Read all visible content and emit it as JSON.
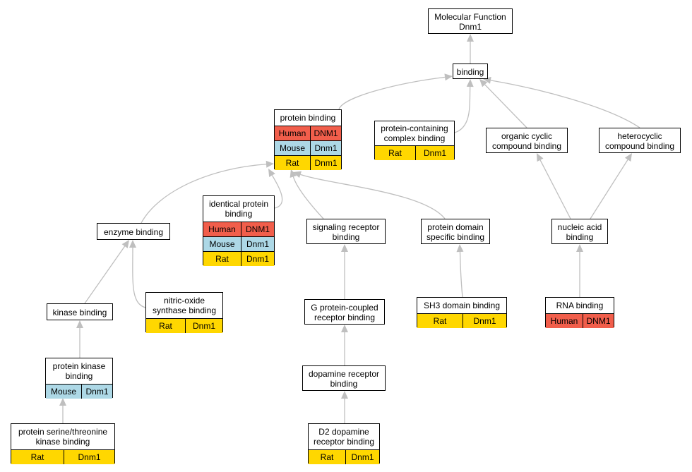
{
  "colors": {
    "edge": "#bfbfbf",
    "human": "#f15e4b",
    "mouse": "#add8e6",
    "rat": "#ffd700"
  },
  "nodes": {
    "mf": {
      "title": "Molecular Function\nDnm1",
      "rows": []
    },
    "binding": {
      "title": "binding",
      "rows": []
    },
    "protein_binding": {
      "title": "protein binding",
      "rows": [
        {
          "species": "Human",
          "gene": "DNM1"
        },
        {
          "species": "Mouse",
          "gene": "Dnm1"
        },
        {
          "species": "Rat",
          "gene": "Dnm1"
        }
      ]
    },
    "complex_binding": {
      "title": "protein-containing\ncomplex binding",
      "rows": [
        {
          "species": "Rat",
          "gene": "Dnm1"
        }
      ]
    },
    "organic_cyclic": {
      "title": "organic cyclic\ncompound binding",
      "rows": []
    },
    "heterocyclic": {
      "title": "heterocyclic\ncompound binding",
      "rows": []
    },
    "enzyme_binding": {
      "title": "enzyme binding",
      "rows": []
    },
    "identical_protein": {
      "title": "identical protein\nbinding",
      "rows": [
        {
          "species": "Human",
          "gene": "DNM1"
        },
        {
          "species": "Mouse",
          "gene": "Dnm1"
        },
        {
          "species": "Rat",
          "gene": "Dnm1"
        }
      ]
    },
    "signaling_receptor": {
      "title": "signaling receptor\nbinding",
      "rows": []
    },
    "protein_domain": {
      "title": "protein domain\nspecific binding",
      "rows": []
    },
    "nucleic_acid": {
      "title": "nucleic acid\nbinding",
      "rows": []
    },
    "kinase_binding": {
      "title": "kinase binding",
      "rows": []
    },
    "nitric_oxide": {
      "title": "nitric-oxide\nsynthase binding",
      "rows": [
        {
          "species": "Rat",
          "gene": "Dnm1"
        }
      ]
    },
    "gpcr_binding": {
      "title": "G protein-coupled\nreceptor binding",
      "rows": []
    },
    "sh3_domain": {
      "title": "SH3 domain binding",
      "rows": [
        {
          "species": "Rat",
          "gene": "Dnm1"
        }
      ]
    },
    "rna_binding": {
      "title": "RNA binding",
      "rows": [
        {
          "species": "Human",
          "gene": "DNM1"
        }
      ]
    },
    "protein_kinase": {
      "title": "protein kinase\nbinding",
      "rows": [
        {
          "species": "Mouse",
          "gene": "Dnm1"
        }
      ]
    },
    "dopamine_receptor": {
      "title": "dopamine receptor\nbinding",
      "rows": []
    },
    "ser_thr_kinase": {
      "title": "protein serine/threonine\nkinase binding",
      "rows": [
        {
          "species": "Rat",
          "gene": "Dnm1"
        }
      ]
    },
    "d2_dopamine": {
      "title": "D2 dopamine\nreceptor binding",
      "rows": [
        {
          "species": "Rat",
          "gene": "Dnm1"
        }
      ]
    }
  },
  "edges": [
    {
      "from": "binding",
      "to": "mf"
    },
    {
      "from": "protein_binding",
      "to": "binding"
    },
    {
      "from": "complex_binding",
      "to": "binding"
    },
    {
      "from": "organic_cyclic",
      "to": "binding"
    },
    {
      "from": "heterocyclic",
      "to": "binding"
    },
    {
      "from": "enzyme_binding",
      "to": "protein_binding"
    },
    {
      "from": "identical_protein",
      "to": "protein_binding"
    },
    {
      "from": "signaling_receptor",
      "to": "protein_binding"
    },
    {
      "from": "protein_domain",
      "to": "protein_binding"
    },
    {
      "from": "nucleic_acid",
      "to": "organic_cyclic"
    },
    {
      "from": "nucleic_acid",
      "to": "heterocyclic"
    },
    {
      "from": "kinase_binding",
      "to": "enzyme_binding"
    },
    {
      "from": "nitric_oxide",
      "to": "enzyme_binding"
    },
    {
      "from": "gpcr_binding",
      "to": "signaling_receptor"
    },
    {
      "from": "sh3_domain",
      "to": "protein_domain"
    },
    {
      "from": "rna_binding",
      "to": "nucleic_acid"
    },
    {
      "from": "protein_kinase",
      "to": "kinase_binding"
    },
    {
      "from": "dopamine_receptor",
      "to": "gpcr_binding"
    },
    {
      "from": "ser_thr_kinase",
      "to": "protein_kinase"
    },
    {
      "from": "d2_dopamine",
      "to": "dopamine_receptor"
    }
  ]
}
